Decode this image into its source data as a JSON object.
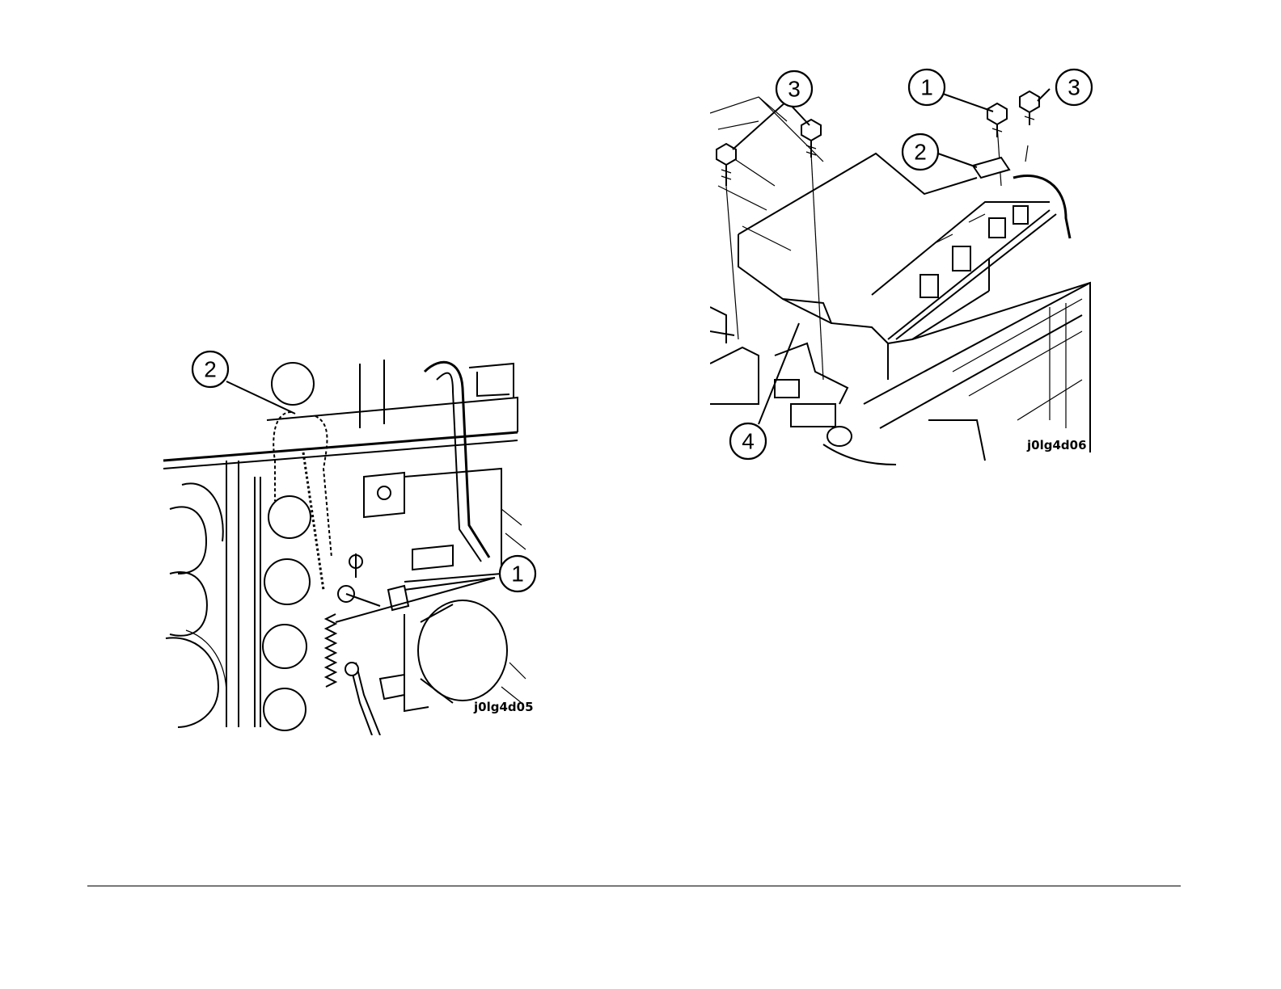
{
  "figures": [
    {
      "id": "j0lg4d05",
      "callouts": [
        "1",
        "2"
      ]
    },
    {
      "id": "j0lg4d06",
      "callouts": [
        "1",
        "2",
        "3",
        "3",
        "4"
      ]
    }
  ]
}
